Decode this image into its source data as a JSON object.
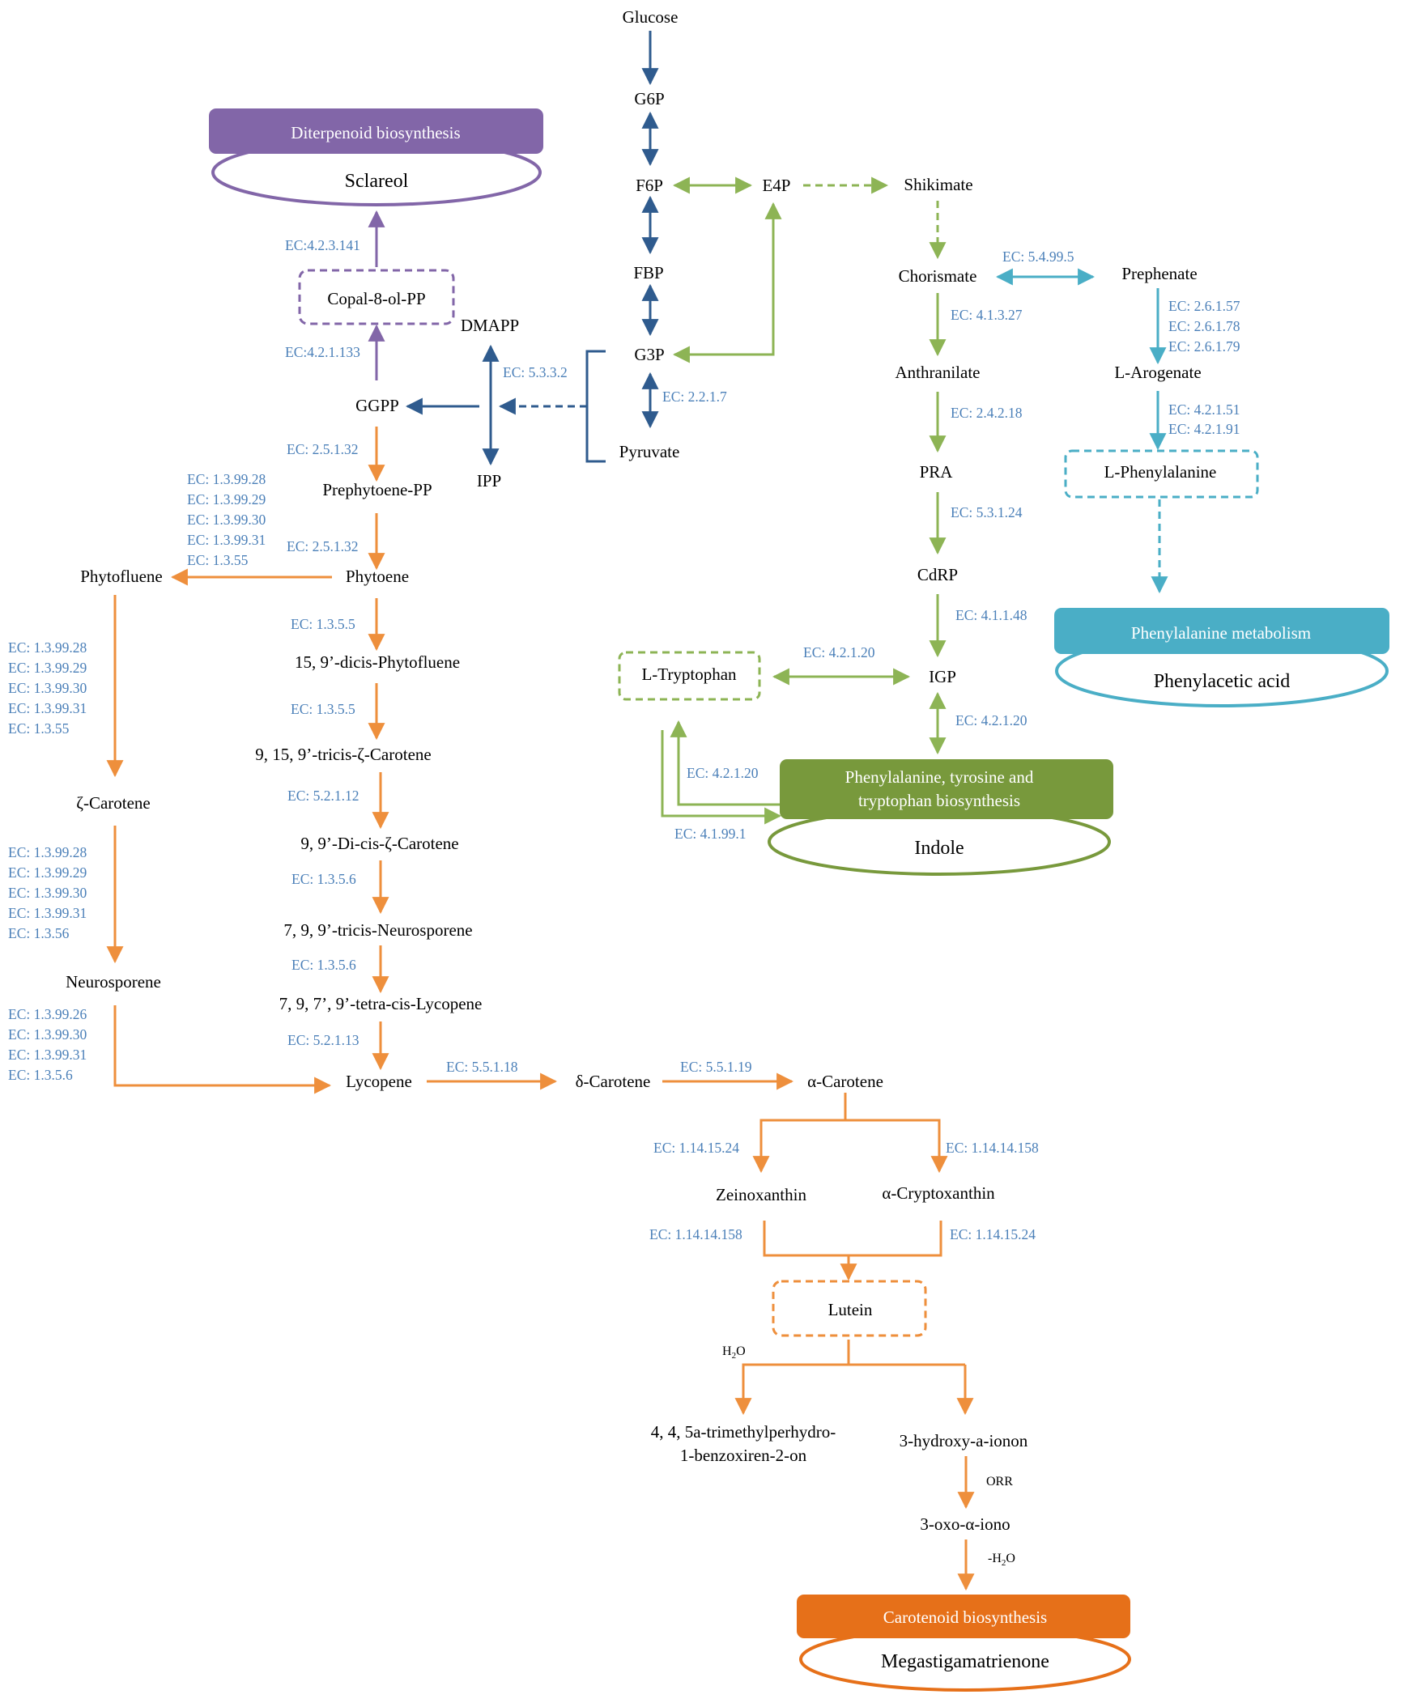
{
  "colors": {
    "blue": "#2f5b8e",
    "green": "#8db455",
    "orange": "#ee8f3c",
    "purple": "#8266a8",
    "cyan": "#4aaec6",
    "ec_text": "#4a7fb8",
    "olive_header": "#78993c",
    "orange_header": "#e67019"
  },
  "compounds": {
    "glucose": "Glucose",
    "g6p": "G6P",
    "f6p": "F6P",
    "e4p": "E4P",
    "shikimate": "Shikimate",
    "fbp": "FBP",
    "g3p": "G3P",
    "pyruvate": "Pyruvate",
    "dmapp": "DMAPP",
    "ipp": "IPP",
    "ggpp": "GGPP",
    "copal": "Copal-8-ol-PP",
    "prephytoene": "Prephytoene-PP",
    "phytoene": "Phytoene",
    "phytofluene": "Phytofluene",
    "dicis_phytofluene": "15, 9’-dicis-Phytofluene",
    "tricis_zeta": "9, 15, 9’-tricis-ζ-Carotene",
    "dicis_zeta": "9, 9’-Di-cis-ζ-Carotene",
    "tricis_neuro": "7, 9, 9’-tricis-Neurosporene",
    "tetracis_lyco": "7, 9, 7’, 9’-tetra-cis-Lycopene",
    "zeta": "ζ-Carotene",
    "neurosporene": "Neurosporene",
    "lycopene": "Lycopene",
    "delta": "δ-Carotene",
    "alpha": "α-Carotene",
    "zeinoxanthin": "Zeinoxanthin",
    "cryptoxanthin": "α-Cryptoxanthin",
    "lutein": "Lutein",
    "benzox_1": "4, 4, 5a-trimethylperhydro-",
    "benzox_2": "1-benzoxiren-2-on",
    "hydroxy": "3-hydroxy-a-ionon",
    "oxo": "3-oxo-α-iono",
    "chorismate": "Chorismate",
    "prephenate": "Prephenate",
    "anthranilate": "Anthranilate",
    "arogenate": "L-Arogenate",
    "pra": "PRA",
    "phenylalanine": "L-Phenylalanine",
    "cdrp": "CdRP",
    "igp": "IGP",
    "tryptophan": "L-Tryptophan"
  },
  "ec": {
    "g3p_pyr": "EC: 2.2.1.7",
    "dmapp": "EC: 5.3.3.2",
    "copal_sclareol": "EC:4.2.3.141",
    "ggpp_copal": "EC:4.2.1.133",
    "ggpp_prephy": "EC: 2.5.1.32",
    "prephy_phyt": "EC: 2.5.1.32",
    "phyt_phytofl": [
      "EC: 1.3.99.28",
      "EC: 1.3.99.29",
      "EC: 1.3.99.30",
      "EC: 1.3.99.31",
      "EC: 1.3.55"
    ],
    "phyt_dicis": "EC: 1.3.5.5",
    "dicis_tricis": "EC: 1.3.5.5",
    "tricis_dicisz": "EC: 5.2.1.12",
    "dicisz_neuro": "EC: 1.3.5.6",
    "neuro_lyco": "EC: 1.3.5.6",
    "tetra_lyco": "EC: 5.2.1.13",
    "phytofl_zeta": [
      "EC: 1.3.99.28",
      "EC: 1.3.99.29",
      "EC: 1.3.99.30",
      "EC: 1.3.99.31",
      "EC: 1.3.55"
    ],
    "zeta_neuro": [
      "EC: 1.3.99.28",
      "EC: 1.3.99.29",
      "EC: 1.3.99.30",
      "EC: 1.3.99.31",
      "EC: 1.3.56"
    ],
    "neuro_lycopene": [
      "EC: 1.3.99.26",
      "EC: 1.3.99.30",
      "EC: 1.3.99.31",
      "EC: 1.3.5.6"
    ],
    "lyco_delta": "EC: 5.5.1.18",
    "delta_alpha": "EC: 5.5.1.19",
    "alpha_zein": "EC: 1.14.15.24",
    "alpha_crypto": "EC: 1.14.14.158",
    "zein_lutein": "EC: 1.14.14.158",
    "crypto_lutein": "EC: 1.14.15.24",
    "chor_preph": "EC: 5.4.99.5",
    "chor_anth": "EC: 4.1.3.27",
    "preph_arog": [
      "EC: 2.6.1.57",
      "EC: 2.6.1.78",
      "EC: 2.6.1.79"
    ],
    "anth_pra": "EC: 2.4.2.18",
    "arog_phe": [
      "EC: 4.2.1.51",
      "EC: 4.2.1.91"
    ],
    "pra_cdrp": "EC: 5.3.1.24",
    "cdrp_igp": "EC: 4.1.1.48",
    "trp_igp": "EC: 4.2.1.20",
    "igp_indole": "EC: 4.2.1.20",
    "trp_indole_up": "EC: 4.2.1.20",
    "trp_indole_down": "EC: 4.1.99.1"
  },
  "annotations": {
    "h2o_base": "H",
    "h2o_sub": "2",
    "h2o_tail": "O",
    "orr": "ORR",
    "minus_h2o_base": "-H",
    "minus_h2o_sub": "2",
    "minus_h2o_tail": "O"
  },
  "pathways": {
    "diterpenoid": {
      "header": "Diterpenoid biosynthesis",
      "product": "Sclareol"
    },
    "phenylalanine": {
      "header": "Phenylalanine metabolism",
      "product": "Phenylacetic acid"
    },
    "aromatic_1": "Phenylalanine, tyrosine and",
    "aromatic_2": "tryptophan biosynthesis",
    "aromatic_product": "Indole",
    "carotenoid": {
      "header": "Carotenoid biosynthesis",
      "product": "Megastigamatrienone"
    }
  }
}
